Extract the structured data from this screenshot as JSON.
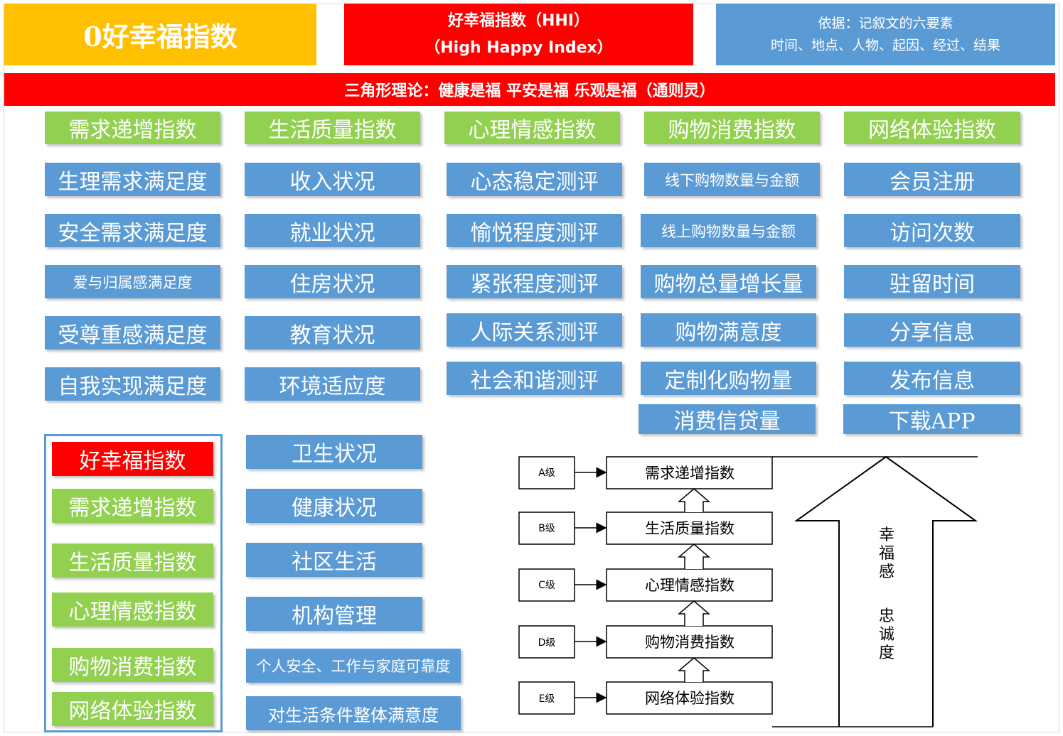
{
  "header": {
    "title": "0好幸福指数",
    "hhi_line1": "好幸福指数（HHI）",
    "hhi_line2": "（High Happy Index）",
    "basis_line1": "依据：记叙文的六要素",
    "basis_line2": "时间、地点、人物、起因、经过、结果"
  },
  "theory": "三角形理论：健康是福  平安是福  乐观是福（通则灵）",
  "columns": [
    {
      "header": "需求递增指数",
      "items": [
        "生理需求满足度",
        "安全需求满足度",
        "爱与归属感满足度",
        "受尊重感满足度",
        "自我实现满足度"
      ]
    },
    {
      "header": "生活质量指数",
      "items": [
        "收入状况",
        "就业状况",
        "住房状况",
        "教育状况",
        "环境适应度",
        "卫生状况",
        "健康状况",
        "社区生活",
        "机构管理",
        "个人安全、工作与家庭可靠度",
        "对生活条件整体满意度"
      ]
    },
    {
      "header": "心理情感指数",
      "items": [
        "心态稳定测评",
        "愉悦程度测评",
        "紧张程度测评",
        "人际关系测评",
        "社会和谐测评"
      ]
    },
    {
      "header": "购物消费指数",
      "items": [
        "线下购物数量与金额",
        "线上购物数量与金额",
        "购物总量增长量",
        "购物满意度",
        "定制化购物量",
        "消费信贷量"
      ]
    },
    {
      "header": "网络体验指数",
      "items": [
        "会员注册",
        "访问次数",
        "驻留时间",
        "分享信息",
        "发布信息",
        "下载APP"
      ]
    }
  ],
  "legend": {
    "title": "好幸福指数",
    "items": [
      "需求递增指数",
      "生活质量指数",
      "心理情感指数",
      "购物消费指数",
      "网络体验指数"
    ]
  },
  "diagram": {
    "levels": [
      {
        "grade": "A级",
        "label": "需求递增指数"
      },
      {
        "grade": "B级",
        "label": "生活质量指数"
      },
      {
        "grade": "C级",
        "label": "心理情感指数"
      },
      {
        "grade": "D级",
        "label": "购物消费指数"
      },
      {
        "grade": "E级",
        "label": "网络体验指数"
      }
    ],
    "arrow_chars_top": [
      "幸",
      "福",
      "感"
    ],
    "arrow_chars_bottom": [
      "忠",
      "诚",
      "度"
    ]
  },
  "colors": {
    "title_bg": "#ffc000",
    "red": "#ff0000",
    "blue": "#5b9bd5",
    "green": "#92d050"
  }
}
